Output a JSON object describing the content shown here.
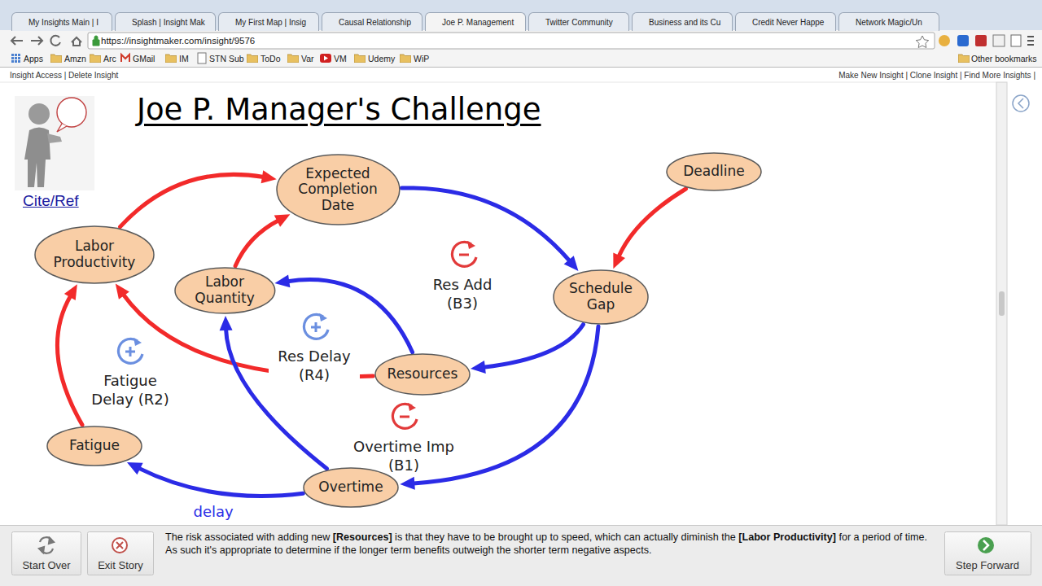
{
  "diagram": {
    "title": "Joe P. Manager's Challenge",
    "caption": "The risk associated with adding new [Resources] is that they have to be brought up to speed, which can actually diminish the [Labor Productivity] for a period of time. As such it's appropriate to determine if the longer term benefits outweigh the shorter term negative aspects.",
    "nodes": [
      {
        "text": [
          "Expected Completion Date"
        ]
      },
      {
        "text": [
          "Deadline"
        ]
      },
      {
        "text": [
          "Labor Productivity"
        ]
      },
      {
        "text": [
          "Labor Quantity"
        ]
      },
      {
        "text": [
          "Schedule Gap"
        ]
      },
      {
        "text": [
          "Resources"
        ]
      },
      {
        "text": [
          "Fatigue"
        ]
      },
      {
        "text": [
          "Overtime"
        ]
      }
    ],
    "edges": [
      {
        "from": 2,
        "to": 0,
        "arrow": "to"
      },
      {
        "from": 3,
        "to": 0,
        "arrow": "to"
      },
      {
        "from": 0,
        "to": 4,
        "arrow": "to"
      },
      {
        "from": 1,
        "to": 4,
        "arrow": "to"
      },
      {
        "from": 4,
        "to": 5,
        "arrow": "to"
      },
      {
        "from": 4,
        "to": 7,
        "arrow": "to"
      },
      {
        "from": 5,
        "to": 3,
        "arrow": "to"
      },
      {
        "from": 5,
        "to": 2,
        "arrow": "to"
      },
      {
        "from": 7,
        "to": 3,
        "arrow": "to"
      },
      {
        "from": 7,
        "to": 6,
        "arrow": "to",
        "label": "delay"
      },
      {
        "from": 6,
        "to": 2,
        "arrow": "to"
      }
    ],
    "labels": [
      "My Insights Main | I",
      "Splash | Insight Mak",
      "My First Map | Insig",
      "Causal Relationship",
      "Joe P. Management",
      "Twitter Community",
      "Business and its Cu",
      "Credit Never Happe",
      "Network Magic/Un",
      "https://insightmaker.com/insight/9576",
      "Apps",
      "Amzn",
      "Arc",
      "GMail",
      "IM",
      "STN Sub",
      "ToDo",
      "Var",
      "VM",
      "Udemy",
      "WiP",
      "Other bookmarks",
      "Insight Access | Delete Insight",
      "Make New Insight | Clone Insight | Find More Insights |",
      "Cite/Ref",
      "Res Add (B3)",
      "Res Delay (R4)",
      "Fatigue Delay (R2)",
      "Overtime Imp (B1)",
      "Start Over",
      "Exit Story",
      "Step Forward"
    ]
  }
}
